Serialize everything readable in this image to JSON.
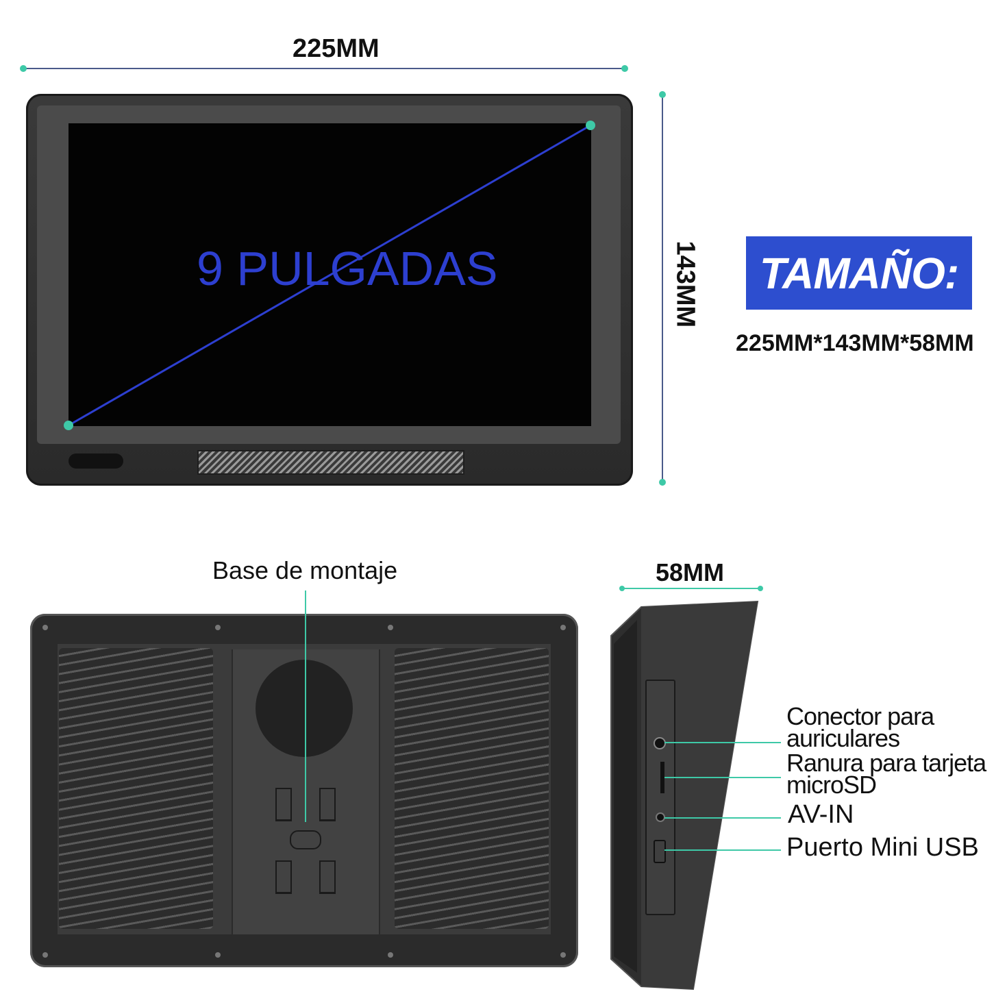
{
  "dimensions": {
    "width_label": "225MM",
    "height_label": "143MM",
    "depth_label": "58MM"
  },
  "screen": {
    "size_label": "9 PULGADAS"
  },
  "size_badge": {
    "title": "TAMAÑO:",
    "value": "225MM*143MM*58MM"
  },
  "back_view": {
    "mount_label": "Base de montaje"
  },
  "ports": [
    "Conector para auriculares",
    "Ranura para tarjeta microSD",
    "AV-IN",
    "Puerto Mini USB"
  ],
  "colors": {
    "accent_teal": "#3ec9a7",
    "dimension_line": "#4a5a8a",
    "diagonal_blue": "#2d3fd0",
    "badge_blue": "#2d4ecf",
    "device_dark": "#2b2b2b"
  }
}
